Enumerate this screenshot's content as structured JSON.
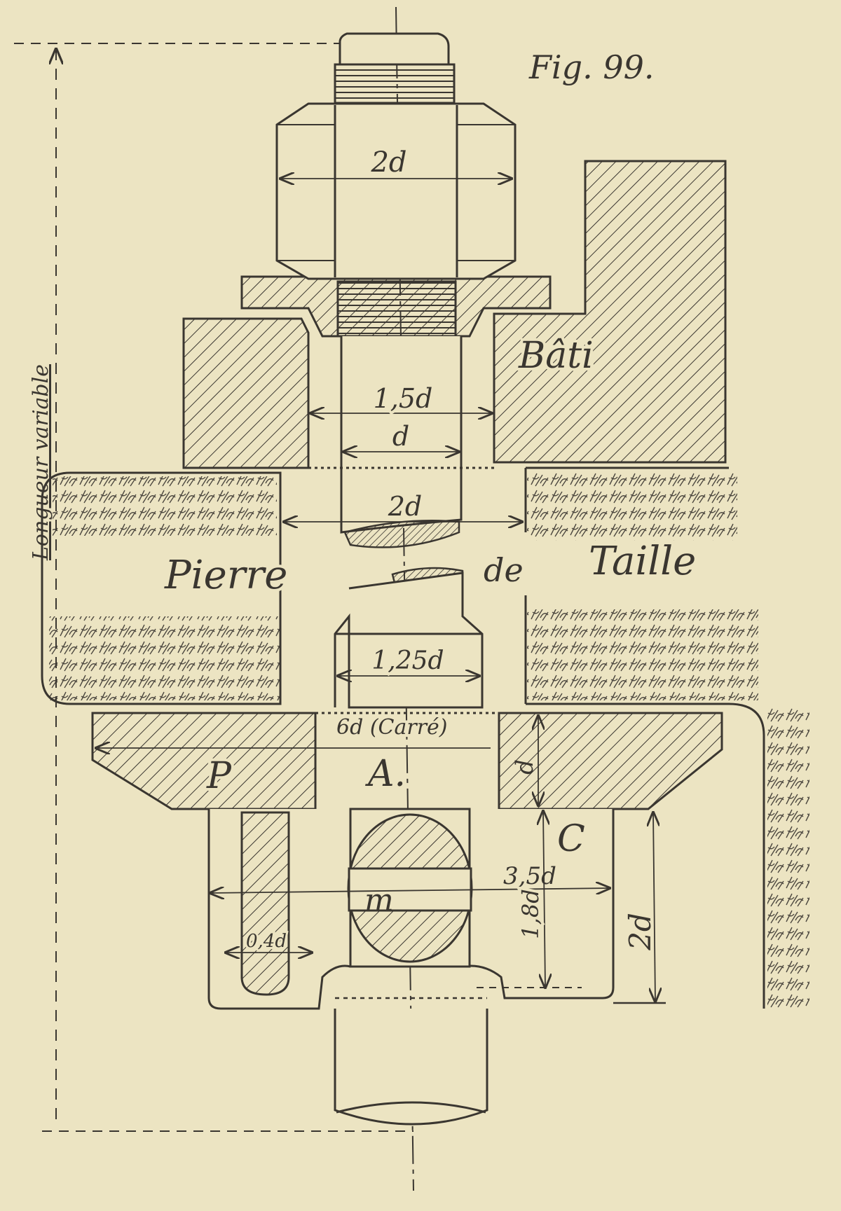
{
  "figure": {
    "caption": "Fig. 99.",
    "axis_label": "Longueur variable",
    "labels": {
      "bati": "Bâti",
      "pierre": "Pierre",
      "de": "de",
      "taille": "Taille",
      "p": "P",
      "a": "A.",
      "c": "C",
      "m": "m"
    },
    "dimensions": {
      "nut_width": "2d",
      "collar_width": "1,5d",
      "shank_width": "d",
      "hole_width": "2d",
      "square_width": "1,25d",
      "square_note": "6d (Carré)",
      "plate_thickness": "d",
      "cotter_length": "3,5d",
      "cotter_thickness": "0,4d",
      "cotter_depth": "1,8d",
      "washer_height": "2d"
    }
  },
  "colors": {
    "paper": "#ece4c2",
    "ink": "#3a3630"
  }
}
